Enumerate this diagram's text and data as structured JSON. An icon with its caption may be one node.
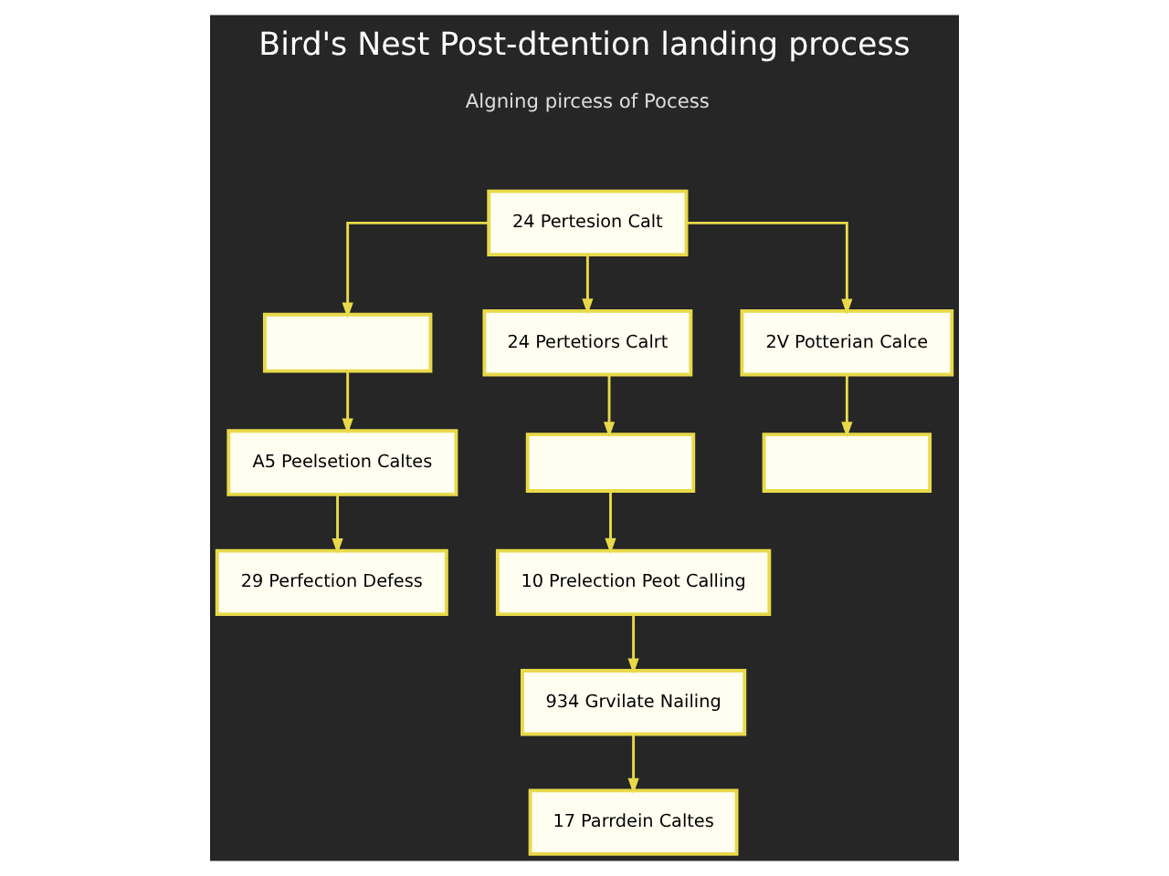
{
  "diagram": {
    "title": "Bird's Nest Post-dtention landing process",
    "nodes": [
      {
        "text": [
          "24 Pertesion Calt"
        ]
      },
      {
        "text": [],
        "shape": "box"
      },
      {
        "text": [
          "24 Pertetiors Calrt"
        ]
      },
      {
        "text": [
          "2V Potterian Calce"
        ]
      },
      {
        "text": [],
        "shape": "box"
      },
      {
        "text": [],
        "shape": "box"
      },
      {
        "text": [
          "A5 Peelsetion Caltes"
        ]
      },
      {
        "text": [
          "29 Perfection Defess"
        ]
      },
      {
        "text": [
          "10 Prelection Peot Calling"
        ]
      },
      {
        "text": [
          "934 Grvilate Nailing"
        ]
      },
      {
        "text": [
          "17 Parrdein Caltes"
        ]
      }
    ],
    "edges": [
      {
        "from": 0,
        "to": 1,
        "arrow": "to"
      },
      {
        "from": 0,
        "to": 2,
        "arrow": "to"
      },
      {
        "from": 0,
        "to": 3,
        "arrow": "to"
      },
      {
        "from": 2,
        "to": 4,
        "arrow": "to"
      },
      {
        "from": 3,
        "to": 5,
        "arrow": "to"
      },
      {
        "from": 1,
        "to": 6,
        "arrow": "to"
      },
      {
        "from": 6,
        "to": 7,
        "arrow": "to"
      },
      {
        "from": 4,
        "to": 8,
        "arrow": "to"
      },
      {
        "from": 8,
        "to": 9,
        "arrow": "to"
      },
      {
        "from": 9,
        "to": 10,
        "arrow": "to"
      }
    ],
    "labels": [
      "Algning pircess of Pocess"
    ]
  }
}
